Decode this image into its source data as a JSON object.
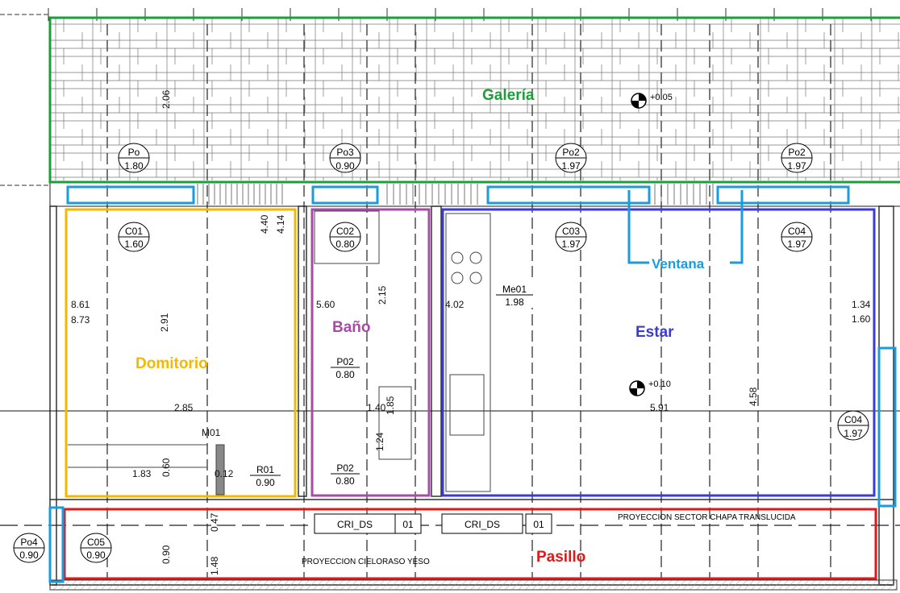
{
  "rooms": {
    "galeria": {
      "label": "Galería",
      "color": "#1e9e3a"
    },
    "dormitorio": {
      "label": "Domitorio",
      "color": "#f5b800"
    },
    "bano": {
      "label": "Baño",
      "color": "#a64ca6"
    },
    "estar": {
      "label": "Estar",
      "color": "#3a3ad6"
    },
    "pasillo": {
      "label": "Pasillo",
      "color": "#e01818"
    },
    "ventana": {
      "label": "Ventana",
      "color": "#1a9be0"
    }
  },
  "level_marks": {
    "galeria": "+0.05",
    "estar": "+0.10"
  },
  "tags": {
    "po1": {
      "code": "Po",
      "size": "1.80"
    },
    "po3": {
      "code": "Po3",
      "size": "0.90"
    },
    "po2a": {
      "code": "Po2",
      "size": "1.97"
    },
    "po2b": {
      "code": "Po2",
      "size": "1.97"
    },
    "c01": {
      "code": "C01",
      "size": "1.60"
    },
    "c02": {
      "code": "C02",
      "size": "0.80"
    },
    "c03": {
      "code": "C03",
      "size": "1.97"
    },
    "c04a": {
      "code": "C04",
      "size": "1.97"
    },
    "c04b": {
      "code": "C04",
      "size": "1.97"
    },
    "c05": {
      "code": "C05",
      "size": "0.90"
    },
    "po4": {
      "code": "Po4",
      "size": "0.90"
    },
    "p02a": {
      "code": "P02",
      "size": "0.80"
    },
    "p02b": {
      "code": "P02",
      "size": "0.80"
    },
    "r01": {
      "code": "R01",
      "size": "0.90"
    },
    "me01": {
      "code": "Me01",
      "size": "1.98"
    }
  },
  "dims": {
    "d861": "8.61",
    "d873": "8.73",
    "d291": "2.91",
    "d285": "2.85",
    "d183": "1.83",
    "d060": "0.60",
    "d012": "0.12",
    "d440": "4.40",
    "d414": "4.14",
    "d560": "5.60",
    "d215": "2.15",
    "d140": "1.40",
    "d402": "4.02",
    "d591": "5.91",
    "d458": "4.58",
    "d134": "1.34",
    "d160": "1.60",
    "d090": "0.90",
    "d047": "0.47",
    "d148": "1.48",
    "d206": "2.06",
    "d124": "1.24",
    "d185": "1.85"
  },
  "misc": {
    "m01": "M01"
  },
  "labels": {
    "cri_ds_1": "CRI_DS",
    "cri_ds_1_num": "01",
    "cri_ds_2": "CRI_DS",
    "cri_ds_2_num": "01",
    "proj_chapa": "PROYECCION SECTOR CHAPA TRANSLUCIDA",
    "proj_yeso": "PROYECCION CIELORASO YESO"
  }
}
